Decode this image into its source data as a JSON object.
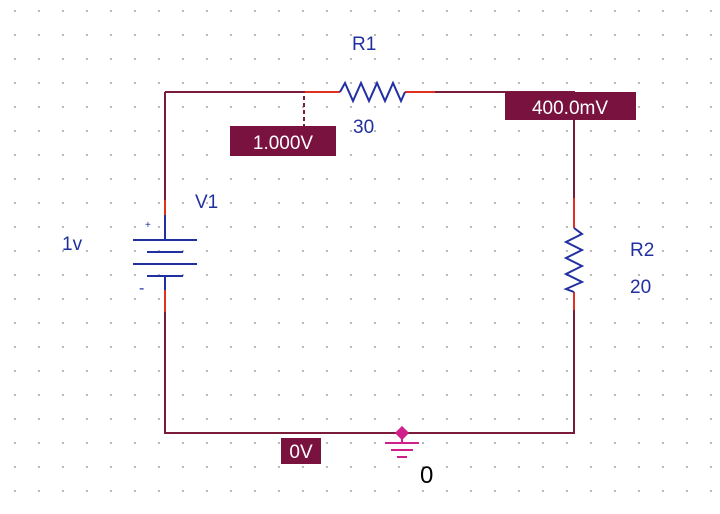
{
  "components": {
    "r1": {
      "name": "R1",
      "value": "30"
    },
    "r2": {
      "name": "R2",
      "value": "20"
    },
    "v1": {
      "name": "V1",
      "value": "1v",
      "plus": "+",
      "minus": "-"
    },
    "ground": {
      "name": "0"
    }
  },
  "voltage_markers": [
    {
      "text": "1.000V"
    },
    {
      "text": "400.0mV"
    },
    {
      "text": "0V"
    }
  ],
  "colors": {
    "wire": "#7a1b3a",
    "component": "#2030a0",
    "pin": "#e03020",
    "marker_bg": "#7a1240",
    "marker_text": "#ffffff",
    "ground": "#d0208a",
    "grid_dot": "#b8b8b8"
  }
}
